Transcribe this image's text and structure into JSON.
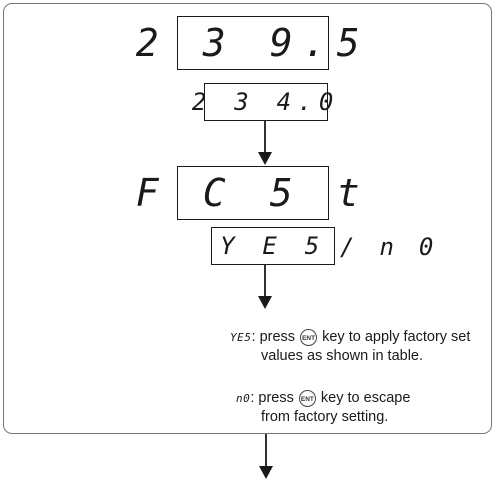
{
  "displays": {
    "current_big": "2 3 9.5",
    "current_small": "2 3 4.0",
    "func_big": "F C 5 t",
    "yes_small": "Y E 5",
    "slash_no": "/ n 0"
  },
  "notes": {
    "yes": {
      "code": "YE5",
      "colon": ":",
      "pre": " press ",
      "key": "ENT",
      "post": " key to apply factory set",
      "line2": "values as shown in table."
    },
    "no": {
      "code": "n0",
      "colon": ":",
      "pre": " press ",
      "key": "ENT",
      "post": " key to escape",
      "line2": "from factory setting."
    }
  }
}
